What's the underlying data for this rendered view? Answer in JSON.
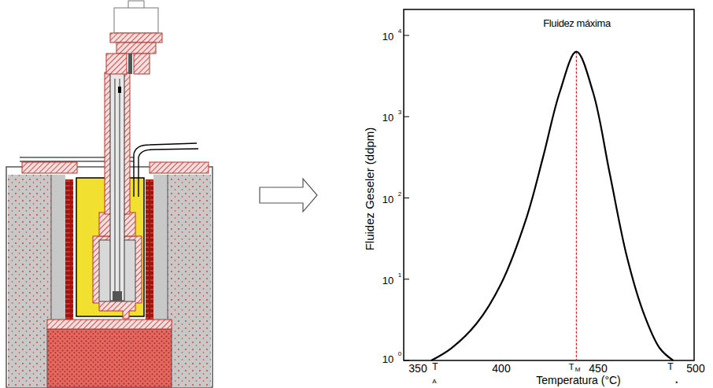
{
  "diagram": {
    "labels": [
      "Fluidez máxima",
      "Fluidez Geseler (ddpm)",
      "10",
      "4",
      "10",
      "3",
      "10",
      "2",
      "10",
      "1",
      "10",
      "0",
      "350",
      "T",
      "A",
      "400",
      "T",
      "M",
      "450",
      "T",
      "500",
      "Temperatura (°C)",
      "▪"
    ]
  }
}
